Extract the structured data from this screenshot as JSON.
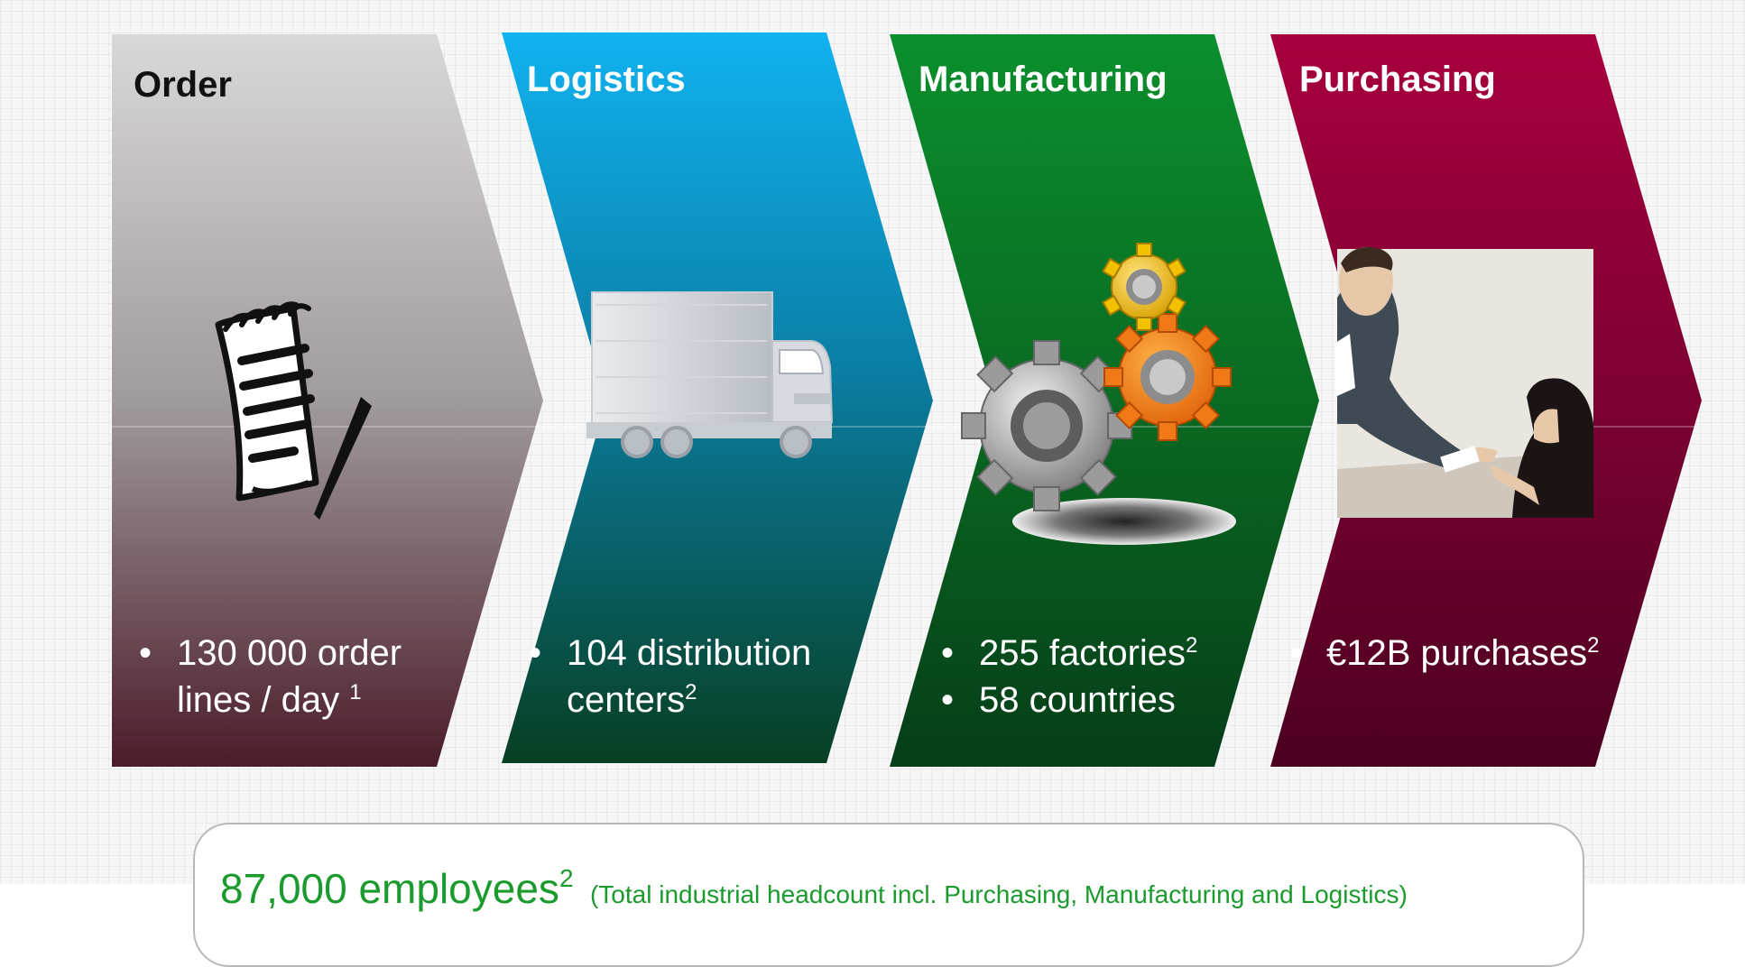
{
  "stages": [
    {
      "title": "Order",
      "bullets": [
        {
          "text": "130 000 order lines / day",
          "footnote": "1"
        }
      ]
    },
    {
      "title": "Logistics",
      "bullets": [
        {
          "text": "104 distribution centers",
          "footnote": "2"
        }
      ]
    },
    {
      "title": "Manufacturing",
      "bullets": [
        {
          "text": "255 factories",
          "footnote": "2"
        },
        {
          "text": "58 countries",
          "footnote": ""
        }
      ]
    },
    {
      "title": "Purchasing",
      "bullets": [
        {
          "text": "€12B purchases",
          "footnote": "2"
        }
      ]
    }
  ],
  "bullet_symbol": "•",
  "footer": {
    "headline": "87,000 employees",
    "footnote": "2",
    "note": "(Total industrial headcount incl. Purchasing, Manufacturing and Logistics)"
  },
  "colors": {
    "order": [
      "#d9d8d8",
      "#4b1c2a"
    ],
    "logistics": [
      "#0fb0ef",
      "#073f23"
    ],
    "manufacturing": [
      "#0a8c2b",
      "#063d19"
    ],
    "purchasing": [
      "#a8003e",
      "#4b0020"
    ],
    "footer_text": "#1b9a2e"
  },
  "icons": [
    "notepad-icon",
    "truck-icon",
    "gears-icon",
    "handshake-icon"
  ]
}
